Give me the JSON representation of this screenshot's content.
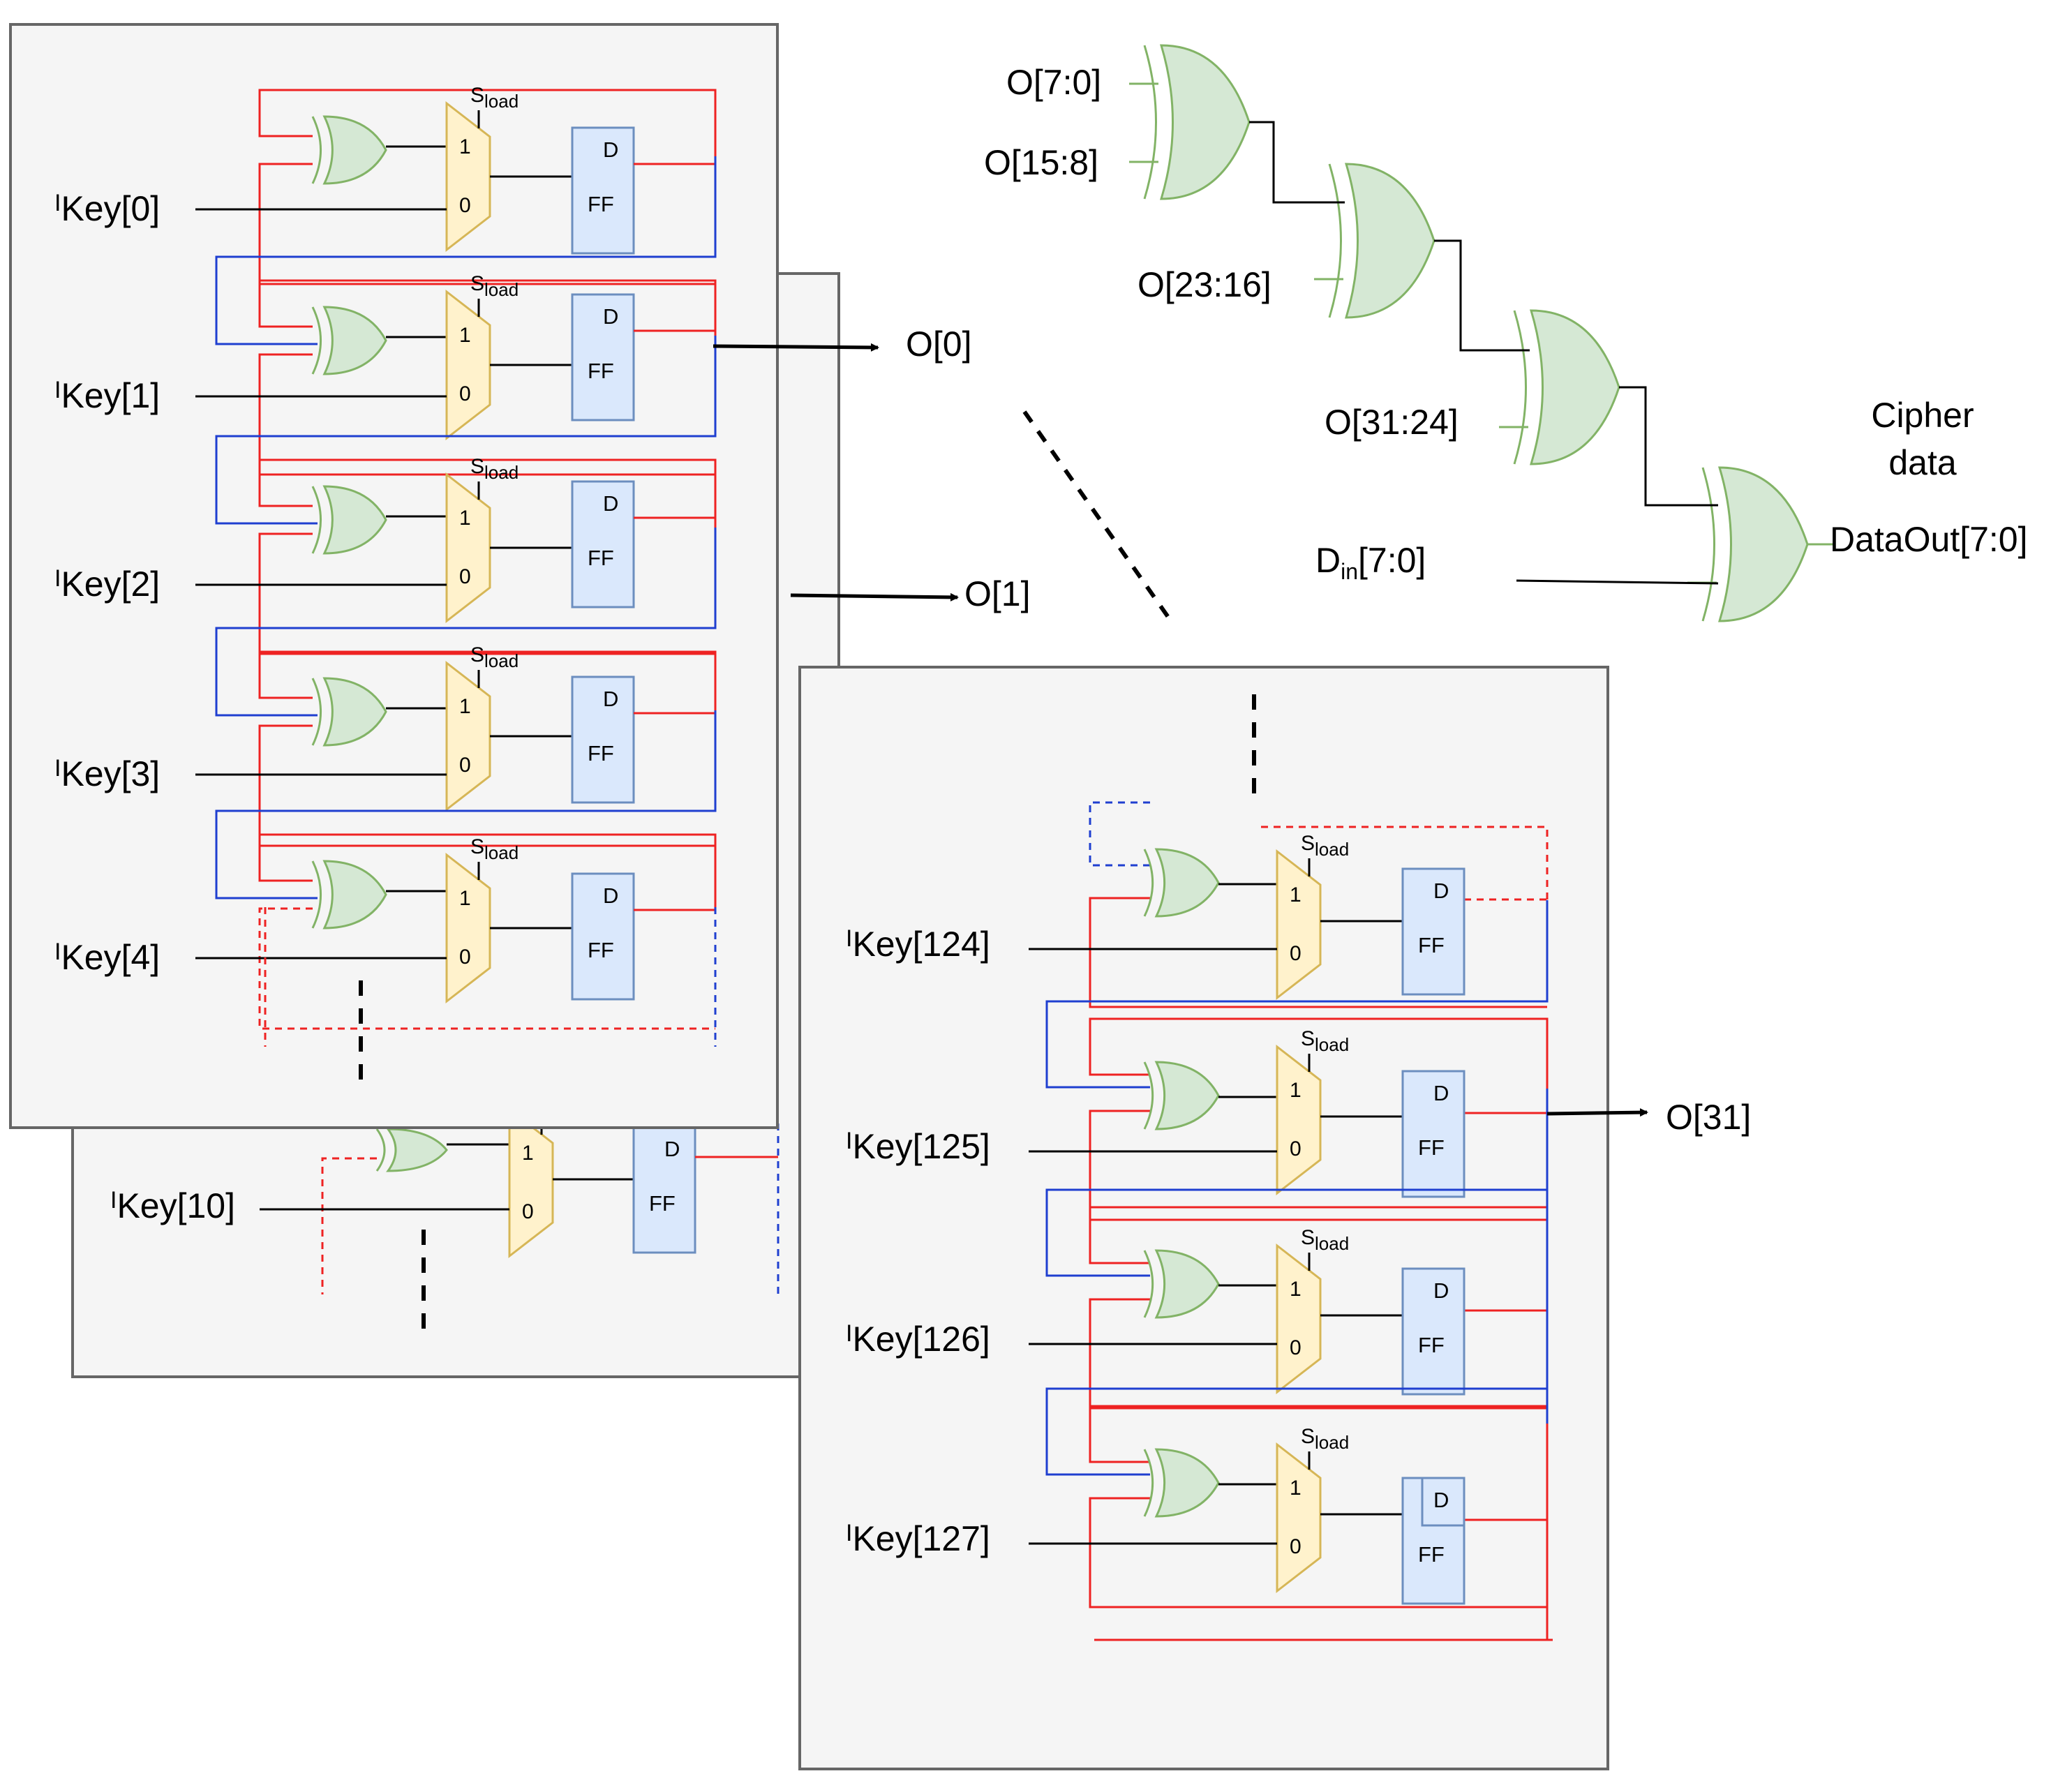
{
  "labels": {
    "key_prefix": "I",
    "out0": "O[0]",
    "out1": "O[1]",
    "out31": "O[31]",
    "cipher_line1": "Cipher",
    "cipher_line2": "data",
    "data_out": "DataOut[7:0]",
    "din_main": "D",
    "din_sub": "in",
    "din_suffix": "[7:0]",
    "xor_inputs": [
      "O[7:0]",
      "O[15:8]",
      "O[23:16]",
      "O[31:24]"
    ],
    "mux_sel_main": "S",
    "mux_sel_sub": "load",
    "mux_in1": "1",
    "mux_in0": "0",
    "ff_d": "D",
    "ff_label": "FF"
  },
  "block_a": {
    "keys": [
      "Key[0]",
      "Key[1]",
      "Key[2]",
      "Key[3]",
      "Key[4]"
    ]
  },
  "block_b": {
    "keys": [
      "Key[10]"
    ]
  },
  "block_c": {
    "keys": [
      "Key[124]",
      "Key[125]",
      "Key[126]",
      "Key[127]"
    ]
  },
  "colors": {
    "panel_fill": "#f5f5f5",
    "panel_stroke": "#666666",
    "xor_fill": "#d5e8d4",
    "xor_stroke": "#82b366",
    "mux_fill": "#fff2cc",
    "mux_stroke": "#d6b656",
    "ff_fill": "#dae8fc",
    "ff_stroke": "#6c8ebf",
    "wire_red": "#ee2222",
    "wire_blue": "#1f3fd0",
    "wire_black": "#000000"
  }
}
